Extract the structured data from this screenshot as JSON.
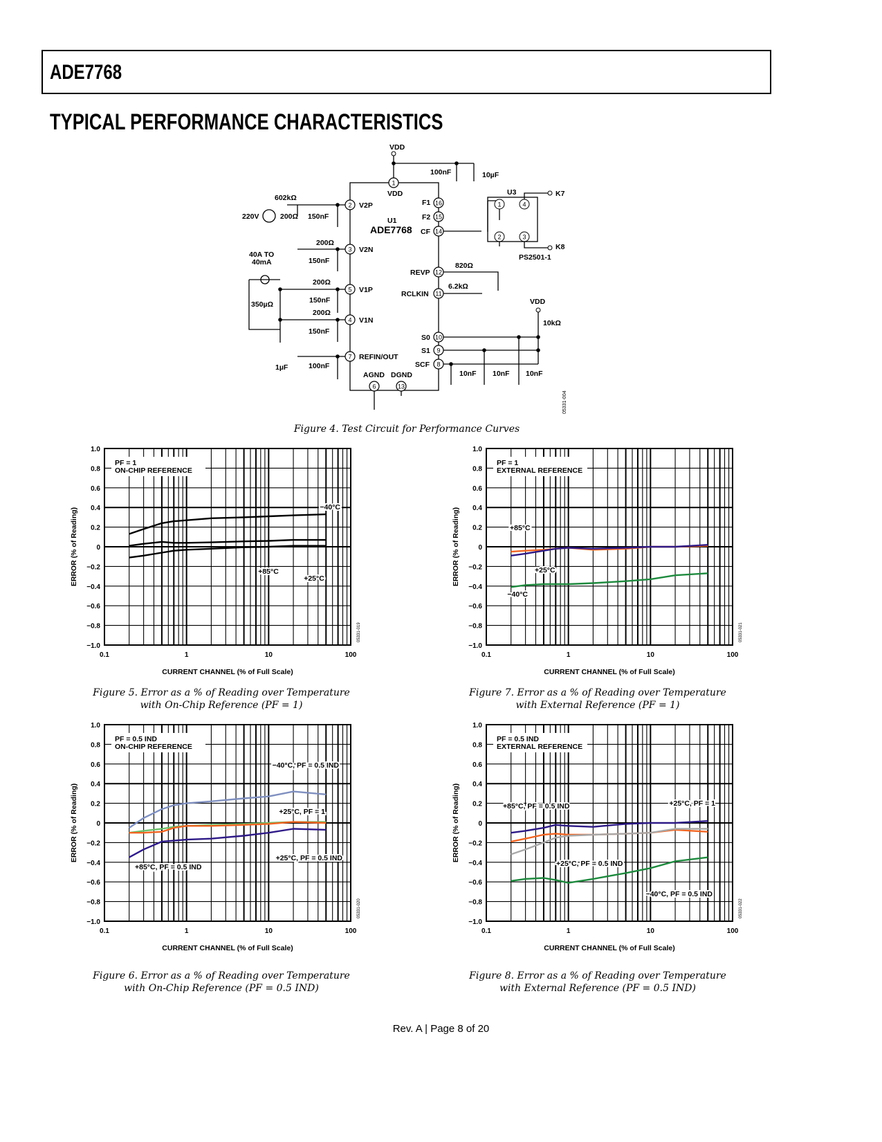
{
  "header": {
    "title": "ADE7768"
  },
  "section_title": "TYPICAL PERFORMANCE CHARACTERISTICS",
  "circuit": {
    "labels": [
      "VDD",
      "100nF",
      "10µF",
      "VDD",
      "U1",
      "ADE7768",
      "V2P",
      "V2N",
      "V1P",
      "V1N",
      "REFIN/OUT",
      "AGND",
      "DGND",
      "F1",
      "F2",
      "CF",
      "REVP",
      "RCLKIN",
      "S0",
      "S1",
      "SCF",
      "U3",
      "K7",
      "K8",
      "PS2501-1",
      "602kΩ",
      "200Ω",
      "150nF",
      "220V",
      "200Ω",
      "150nF",
      "40A TO",
      "40mA",
      "200Ω",
      "150nF",
      "350µΩ",
      "200Ω",
      "150nF",
      "1µF",
      "100nF",
      "820Ω",
      "6.2kΩ",
      "VDD",
      "10kΩ",
      "10nF",
      "10nF",
      "10nF",
      "05331-004"
    ],
    "pins": [
      "1",
      "2",
      "3",
      "5",
      "4",
      "7",
      "6",
      "13",
      "16",
      "15",
      "14",
      "12",
      "11",
      "10",
      "9",
      "8"
    ],
    "opto_pins": [
      "1",
      "4",
      "2",
      "3"
    ]
  },
  "captions": {
    "fig4": "Figure 4. Test Circuit for Performance Curves",
    "fig5": [
      "Figure 5. Error as a % of Reading over Temperature",
      "with On-Chip Reference (PF = 1)"
    ],
    "fig7": [
      "Figure 7. Error as a % of Reading over Temperature",
      "with External Reference (PF = 1)"
    ],
    "fig6": [
      "Figure 6. Error as a % of Reading over Temperature",
      "with On-Chip Reference (PF = 0.5 IND)"
    ],
    "fig8": [
      "Figure 8. Error as a % of Reading over Temperature",
      "with External Reference (PF = 0.5 IND)"
    ]
  },
  "footer": "Rev. A | Page 8 of 20",
  "chart_data": [
    {
      "id": "fig5",
      "type": "line",
      "xscale": "log",
      "xlim": [
        0.1,
        100
      ],
      "ylim": [
        -1,
        1
      ],
      "grid": true,
      "xlabel": "CURRENT CHANNEL (% of Full Scale)",
      "ylabel": "ERROR (% of Reading)",
      "xticks": [
        "0.1",
        "1",
        "10",
        "100"
      ],
      "yticks": [
        "1.0",
        "0.8",
        "0.6",
        "0.4",
        "0.2",
        "0",
        "−0.2",
        "−0.4",
        "−0.6",
        "−0.8",
        "−1.0"
      ],
      "legend_box": [
        "PF = 1",
        "ON-CHIP REFERENCE"
      ],
      "code": "05331-019",
      "x": [
        0.2,
        0.3,
        0.5,
        0.7,
        1,
        2,
        5,
        10,
        20,
        50
      ],
      "series": [
        {
          "name": "−40°C",
          "color": "#000000",
          "values": [
            0.13,
            0.18,
            0.24,
            0.26,
            0.27,
            0.29,
            0.3,
            0.31,
            0.32,
            0.33
          ]
        },
        {
          "name": "+85°C",
          "color": "#000000",
          "values": [
            0.01,
            0.03,
            0.05,
            0.04,
            0.04,
            0.045,
            0.055,
            0.06,
            0.07,
            0.07
          ]
        },
        {
          "name": "+25°C",
          "color": "#000000",
          "values": [
            -0.11,
            -0.09,
            -0.06,
            -0.04,
            -0.03,
            -0.02,
            -0.005,
            0,
            0.01,
            0.01
          ]
        }
      ]
    },
    {
      "id": "fig7",
      "type": "line",
      "xscale": "log",
      "xlim": [
        0.1,
        100
      ],
      "ylim": [
        -1,
        1
      ],
      "grid": true,
      "xlabel": "CURRENT CHANNEL (% of Full Scale)",
      "ylabel": "ERROR (% of Reading)",
      "xticks": [
        "0.1",
        "1",
        "10",
        "100"
      ],
      "yticks": [
        "1.0",
        "0.8",
        "0.6",
        "0.4",
        "0.2",
        "0",
        "−0.2",
        "−0.4",
        "−0.6",
        "−0.8",
        "−1.0"
      ],
      "legend_box": [
        "PF = 1",
        "EXTERNAL REFERENCE"
      ],
      "code": "05331-021",
      "x": [
        0.2,
        0.3,
        0.5,
        0.7,
        1,
        2,
        5,
        10,
        20,
        50
      ],
      "series": [
        {
          "name": "+85°C",
          "color": "#f26522",
          "values": [
            -0.05,
            -0.04,
            -0.03,
            -0.02,
            -0.01,
            -0.03,
            -0.02,
            0,
            0,
            0.01
          ]
        },
        {
          "name": "+25°C",
          "color": "#2e1a87",
          "values": [
            -0.09,
            -0.07,
            -0.04,
            -0.02,
            -0.01,
            -0.02,
            -0.01,
            0,
            0,
            0.02
          ]
        },
        {
          "name": "−40°C",
          "color": "#1e8a3e",
          "values": [
            -0.41,
            -0.39,
            -0.38,
            -0.38,
            -0.38,
            -0.37,
            -0.35,
            -0.33,
            -0.29,
            -0.27
          ]
        }
      ]
    },
    {
      "id": "fig6",
      "type": "line",
      "xscale": "log",
      "xlim": [
        0.1,
        100
      ],
      "ylim": [
        -1,
        1
      ],
      "grid": true,
      "xlabel": "CURRENT CHANNEL (% of Full Scale)",
      "ylabel": "ERROR (% of Reading)",
      "xticks": [
        "0.1",
        "1",
        "10",
        "100"
      ],
      "yticks": [
        "1.0",
        "0.8",
        "0.6",
        "0.4",
        "0.2",
        "0",
        "−0.2",
        "−0.4",
        "−0.6",
        "−0.8",
        "−1.0"
      ],
      "legend_box": [
        "PF = 0.5 IND",
        "ON-CHIP REFERENCE"
      ],
      "code": "05331-020",
      "x": [
        0.2,
        0.3,
        0.5,
        0.7,
        1,
        2,
        5,
        10,
        20,
        50
      ],
      "series": [
        {
          "name": "−40°C, PF = 0.5 IND",
          "color": "#7f8fbf",
          "values": [
            -0.05,
            0.05,
            0.14,
            0.18,
            0.2,
            0.22,
            0.25,
            0.27,
            0.32,
            0.29
          ]
        },
        {
          "name": "+25°C, PF = 1",
          "color": "#6cbf6c",
          "values": [
            -0.1,
            -0.08,
            -0.06,
            -0.04,
            -0.03,
            -0.02,
            -0.01,
            0,
            0.01,
            0.01
          ]
        },
        {
          "name": "+85°C, PF = 0.5 IND",
          "color": "#f26522",
          "values": [
            -0.1,
            -0.1,
            -0.09,
            -0.05,
            -0.03,
            -0.03,
            -0.02,
            -0.01,
            0.01,
            0
          ]
        },
        {
          "name": "+25°C, PF = 0.5 IND",
          "color": "#2e1a87",
          "values": [
            -0.35,
            -0.27,
            -0.19,
            -0.18,
            -0.17,
            -0.16,
            -0.13,
            -0.1,
            -0.06,
            -0.07
          ]
        }
      ]
    },
    {
      "id": "fig8",
      "type": "line",
      "xscale": "log",
      "xlim": [
        0.1,
        100
      ],
      "ylim": [
        -1,
        1
      ],
      "grid": true,
      "xlabel": "CURRENT CHANNEL (% of Full Scale)",
      "ylabel": "ERROR (% of Reading)",
      "xticks": [
        "0.1",
        "1",
        "10",
        "100"
      ],
      "yticks": [
        "1.0",
        "0.8",
        "0.6",
        "0.4",
        "0.2",
        "0",
        "−0.2",
        "−0.4",
        "−0.6",
        "−0.8",
        "−1.0"
      ],
      "legend_box": [
        "PF = 0.5 IND",
        "EXTERNAL REFERENCE"
      ],
      "code": "05331-022",
      "x": [
        0.2,
        0.3,
        0.5,
        0.7,
        1,
        2,
        5,
        10,
        20,
        50
      ],
      "series": [
        {
          "name": "+25°C, PF = 1",
          "color": "#2e1a87",
          "values": [
            -0.1,
            -0.08,
            -0.05,
            -0.02,
            -0.03,
            -0.04,
            -0.01,
            0,
            0,
            0.02
          ]
        },
        {
          "name": "+85°C, PF = 0.5 IND",
          "color": "#f26522",
          "values": [
            -0.19,
            -0.16,
            -0.12,
            -0.11,
            -0.12,
            -0.12,
            -0.11,
            -0.1,
            -0.07,
            -0.09
          ]
        },
        {
          "name": "+25°C, PF = 0.5 IND",
          "color": "#a8a8a8",
          "values": [
            -0.32,
            -0.27,
            -0.2,
            -0.15,
            -0.13,
            -0.12,
            -0.11,
            -0.1,
            -0.06,
            -0.06
          ]
        },
        {
          "name": "−40°C, PF = 0.5 IND",
          "color": "#1e8a3e",
          "values": [
            -0.59,
            -0.57,
            -0.56,
            -0.58,
            -0.61,
            -0.57,
            -0.51,
            -0.46,
            -0.39,
            -0.35
          ]
        }
      ]
    }
  ]
}
